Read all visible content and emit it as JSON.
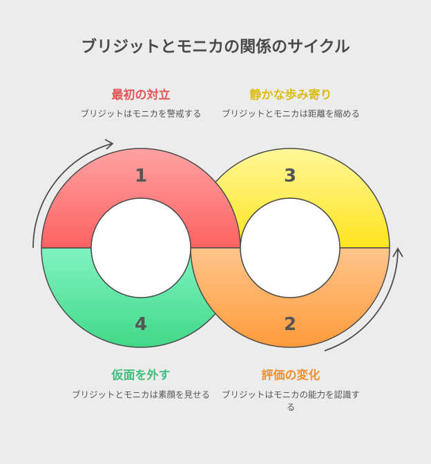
{
  "title": "ブリジットとモニカの関係のサイクル",
  "steps": [
    {
      "number": "1",
      "title": "最初の対立",
      "desc": "ブリジットはモニカを警戒する",
      "color": "#e25555"
    },
    {
      "number": "2",
      "title": "評価の変化",
      "desc": "ブリジットはモニカの能力を認識する",
      "color": "#f0902e"
    },
    {
      "number": "3",
      "title": "静かな歩み寄り",
      "desc": "ブリジットとモニカは距離を縮める",
      "color": "#e2c21a"
    },
    {
      "number": "4",
      "title": "仮面を外す",
      "desc": "ブリジットとモニカは素顔を見せる",
      "color": "#3dbf7a"
    }
  ]
}
